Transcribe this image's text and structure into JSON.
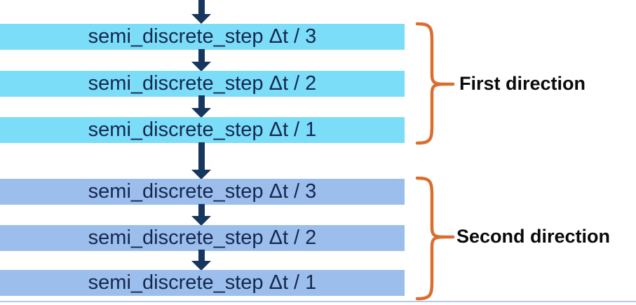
{
  "diagram": {
    "groups": [
      {
        "label": "First direction",
        "steps": [
          "semi_discrete_step Δt / 3",
          "semi_discrete_step Δt / 2",
          "semi_discrete_step Δt / 1"
        ]
      },
      {
        "label": "Second direction",
        "steps": [
          "semi_discrete_step Δt / 3",
          "semi_discrete_step Δt / 2",
          "semi_discrete_step Δt / 1"
        ]
      }
    ]
  },
  "colors": {
    "group1-box": "#7CDDF9",
    "group2-box": "#9CBEEC",
    "arrow": "#17365D",
    "box-text": "#14284F",
    "brace": "#D96E2F",
    "label-text": "#0A0A0A",
    "baseline": "#B6CBE4"
  }
}
